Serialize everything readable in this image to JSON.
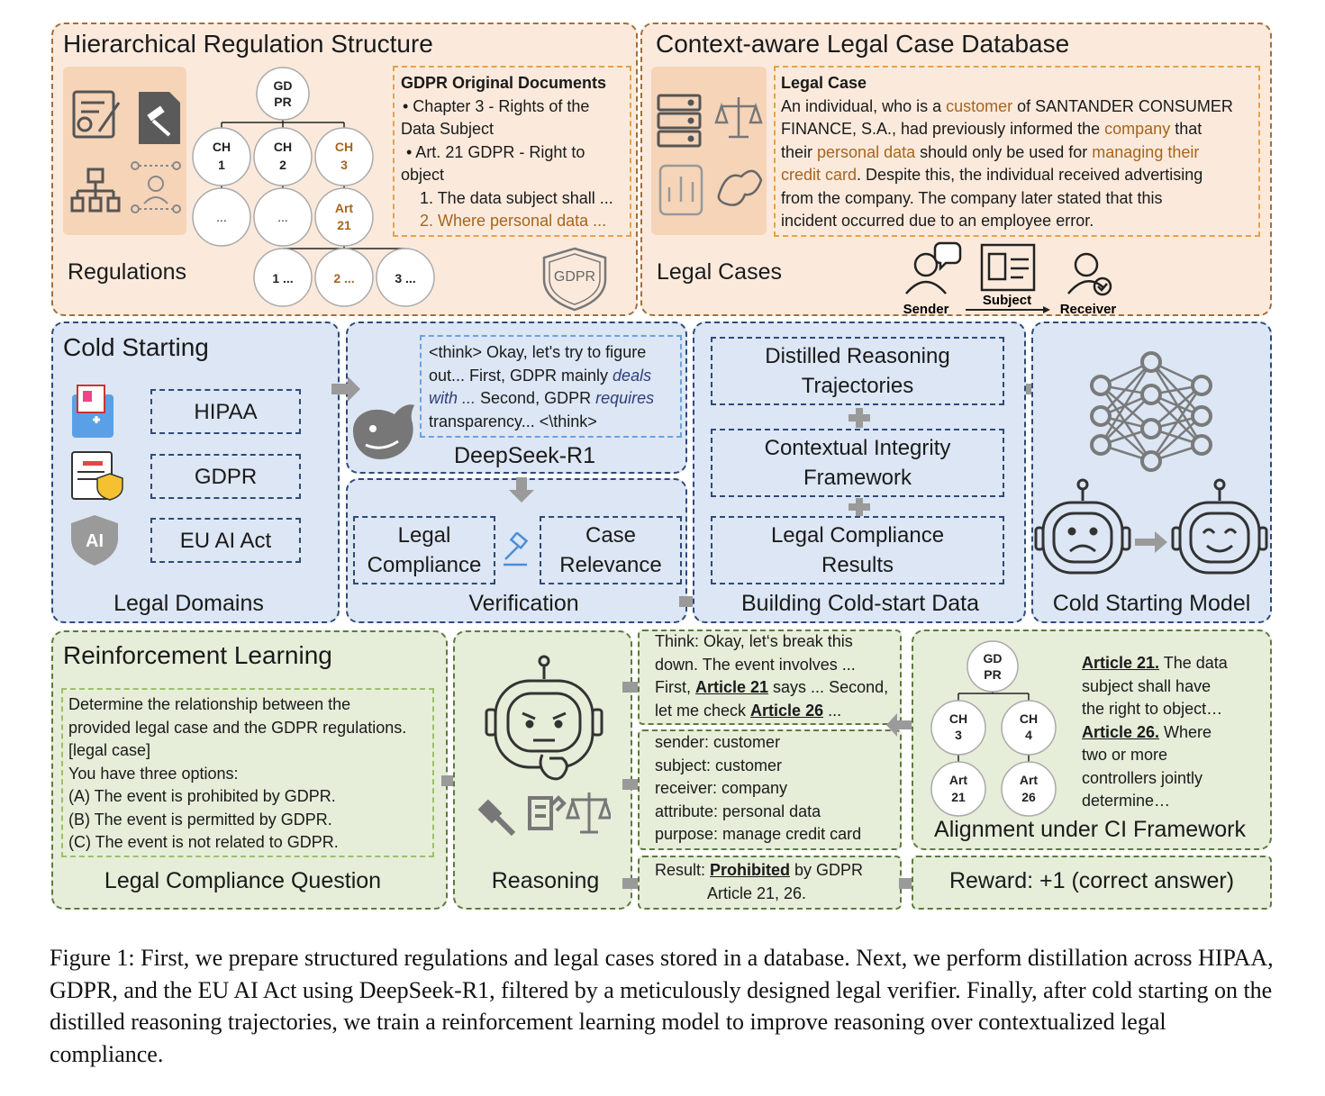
{
  "panels": {
    "hierarchical": {
      "title": "Hierarchical Regulation Structure",
      "footer": "Regulations"
    },
    "case_db": {
      "title": "Context-aware Legal Case Database",
      "footer": "Legal Cases"
    },
    "cold_starting": {
      "title": "Cold Starting",
      "footer": "Legal Domains"
    },
    "deepseek": {
      "label": "DeepSeek-R1"
    },
    "verification": {
      "footer": "Verification"
    },
    "building": {
      "footer": "Building Cold-start Data"
    },
    "cold_model": {
      "footer": "Cold Starting Model"
    },
    "rl": {
      "title": "Reinforcement Learning",
      "footer": "Legal Compliance Question"
    },
    "reasoning": {
      "footer": "Reasoning"
    },
    "alignment": {
      "footer": "Alignment under CI Framework"
    },
    "reward": {
      "text": "Reward: +1 (correct answer)"
    }
  },
  "tree": {
    "root": "GD\nPR",
    "chapters": [
      "CH\n1",
      "CH\n2",
      "CH\n3"
    ],
    "level3": [
      "...",
      "...",
      "Art\n21"
    ],
    "leaves": [
      "1 ...",
      "2 ...",
      "3 ..."
    ]
  },
  "gdpr_docs": {
    "heading": "GDPR Original Documents",
    "lines": [
      "• Chapter 3 - Rights of the",
      "Data Subject",
      "• Art. 21 GDPR - Right to",
      "object",
      "1. The data subject shall ...",
      "2. Where personal data ..."
    ]
  },
  "gdpr_badge": "GDPR",
  "legal_case": {
    "heading": "Legal Case",
    "l1a": "An individual, who is a ",
    "l1b": "customer",
    "l1c": " of SANTANDER CONSUMER",
    "l2a": "FINANCE, S.A., had previously informed the ",
    "l2b": "company",
    "l2c": " that",
    "l3a": "their ",
    "l3b": "personal data",
    "l3c": " should only be used for ",
    "l3d": "managing their",
    "l4a": "credit card",
    "l4b": ". Despite this, the individual received advertising",
    "l5": "from the company. The company later stated that this",
    "l6": "incident occurred due to an employee error."
  },
  "ci_flow": {
    "sender": "Sender",
    "subject": "Subject",
    "receiver": "Receiver"
  },
  "domains": [
    "HIPAA",
    "GDPR",
    "EU AI Act"
  ],
  "ai_badge": "AI",
  "think": {
    "l1": "<think> Okay, let's try to figure",
    "l2a": "out... First, GDPR mainly ",
    "l2b": "deals",
    "l3a": "with ...",
    "l3b": "  Second, GDPR ",
    "l3c": "requires",
    "l4": "transparency... <\\think>"
  },
  "verification_boxes": [
    "Legal\nCompliance",
    "Case\nRelevance"
  ],
  "building_boxes": [
    "Distilled Reasoning\nTrajectories",
    "Contextual Integrity\nFramework",
    "Legal Compliance\nResults"
  ],
  "question": {
    "lines": [
      "Determine the relationship between the",
      "provided legal case and the GDPR regulations.",
      "[legal case]",
      "You have three options:",
      "(A) The event is prohibited by GDPR.",
      "(B) The event is permitted by GDPR.",
      "(C) The event is not related to GDPR."
    ]
  },
  "think_rl": {
    "l1": "Think: Okay, let‘s break this",
    "l2": "down. The event involves ...",
    "l3a": "First, ",
    "l3b": "Article 21",
    "l3c": " says ... Second,",
    "l4a": "let me check ",
    "l4b": "Article 26",
    "l4c": " ..."
  },
  "ci_params": [
    "sender: customer",
    "subject: customer",
    "receiver: company",
    "attribute: personal data",
    "purpose: manage credit card"
  ],
  "result": {
    "a": "Result: ",
    "b": "Prohibited",
    "c": " by GDPR",
    "d": "Article 21, 26."
  },
  "align_tree": {
    "root": "GD\nPR",
    "ch": [
      "CH\n3",
      "CH\n4"
    ],
    "art": [
      "Art\n21",
      "Art\n26"
    ]
  },
  "articles": {
    "a21": "Article 21.",
    "a21t1": " The data",
    "a21t2": "subject shall have",
    "a21t3": "the right to object…",
    "a26": "Article 26.",
    "a26t1": " Where",
    "a26t2": "two or more",
    "a26t3": "controllers jointly",
    "a26t4": "determine…"
  },
  "caption": "Figure 1: First, we prepare structured regulations and legal cases stored in a database. Next, we perform distillation across HIPAA, GDPR, and the EU AI Act using DeepSeek-R1, filtered by a meticulously designed legal verifier. Finally, after cold starting on the distilled reasoning trajectories, we train a reinforcement learning model to improve reasoning over contextualized legal compliance.",
  "colors": {
    "orange_bg": "#fbeadc",
    "blue_bg": "#dce6f4",
    "green_bg": "#e6edd9",
    "highlight": "#a5651e"
  }
}
